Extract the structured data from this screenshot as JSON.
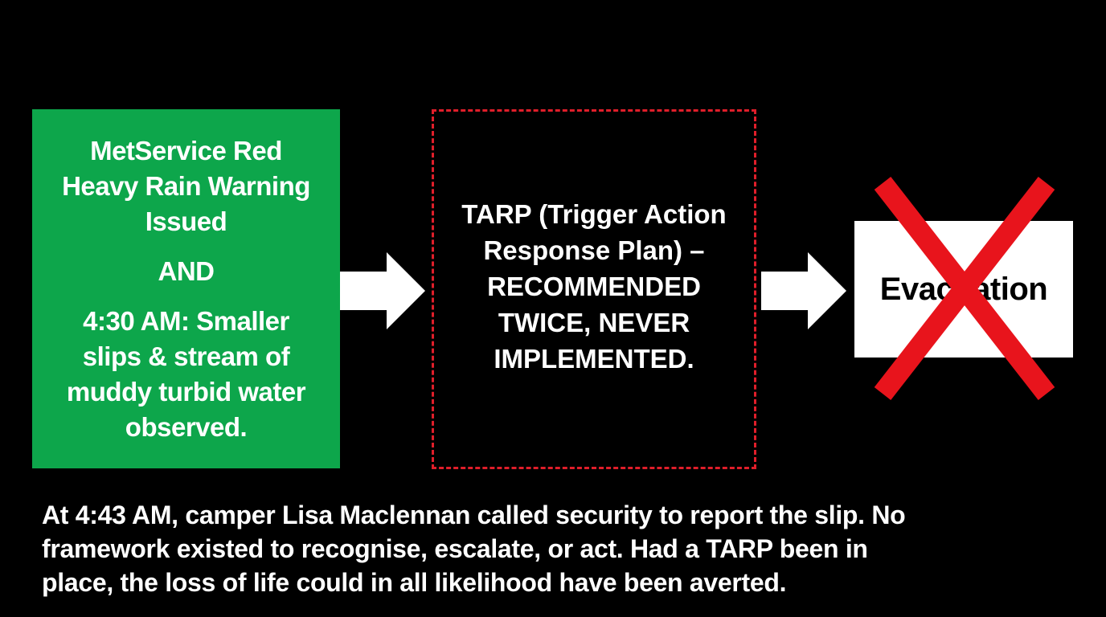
{
  "flow": {
    "trigger": {
      "line1": "MetService Red",
      "line2": "Heavy Rain Warning",
      "line3": "Issued",
      "connector": "AND",
      "line4": "4:30 AM: Smaller",
      "line5": "slips & stream of",
      "line6": "muddy turbid water",
      "line7": "observed."
    },
    "tarp": {
      "line1": "TARP (Trigger Action",
      "line2": "Response Plan) –",
      "line3": "RECOMMENDED",
      "line4": "TWICE, NEVER",
      "line5": "IMPLEMENTED."
    },
    "outcome": {
      "label": "Evacuation"
    }
  },
  "caption": {
    "line1": "At 4:43 AM, camper Lisa Maclennan called security to report the slip. No",
    "line2": "framework existed to recognise, escalate, or act. Had a TARP been in",
    "line3": "place, the loss of life could in all likelihood have been averted."
  },
  "colors": {
    "background": "#000000",
    "trigger_fill": "#0da64b",
    "dashed_border": "#e01e2a",
    "cross": "#e8141c",
    "outcome_fill": "#ffffff"
  }
}
